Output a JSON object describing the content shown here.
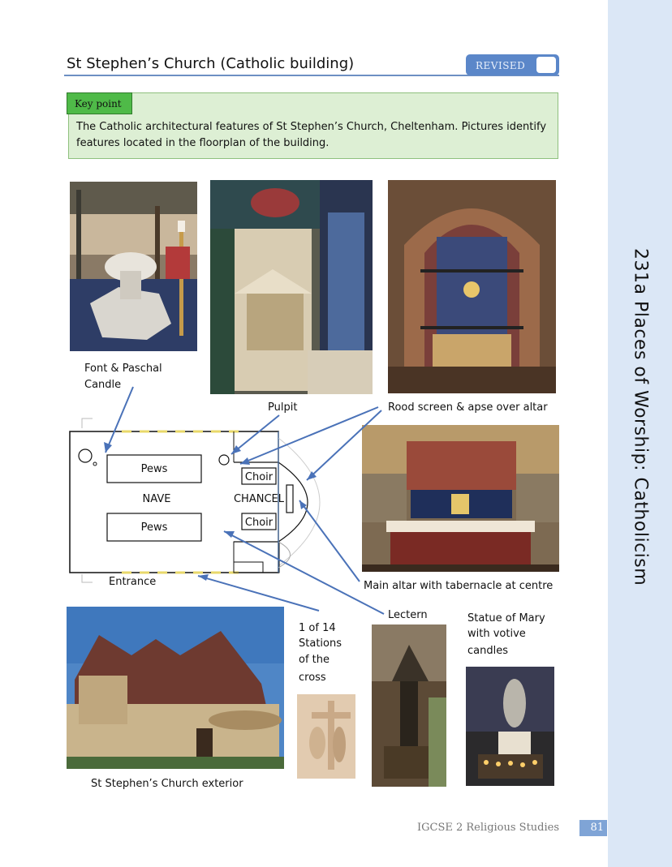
{
  "header": {
    "title": "St Stephen’s Church (Catholic building)",
    "revised_label": "REVISED"
  },
  "key_point": {
    "tag": "Key point",
    "text": "The Catholic architectural features of St Stephen’s Church, Cheltenham. Pictures identify features located in the floorplan of the building."
  },
  "sidebar": {
    "title": "231a Places of Worship: Catholicism"
  },
  "captions": {
    "font_candle_1": "Font & Paschal",
    "font_candle_2": "Candle",
    "pulpit": "Pulpit",
    "rood_screen": "Rood screen & apse over altar",
    "main_altar": "Main altar with tabernacle at centre",
    "lectern": "Lectern",
    "stations_1": "1 of 14",
    "stations_2": "Stations",
    "stations_3": "of the",
    "stations_4": "cross",
    "statue_1": "Statue of Mary",
    "statue_2": "with votive",
    "statue_3": "candles",
    "exterior": "St Stephen’s Church exterior"
  },
  "floorplan": {
    "pews_top": "Pews",
    "pews_bottom": "Pews",
    "nave": "NAVE",
    "chancel": "CHANCEL",
    "choir_top": "Choir",
    "choir_bottom": "Choir",
    "entrance": "Entrance"
  },
  "colors": {
    "accent": "#5b87c9",
    "arrow": "#4a72b8",
    "keypoint_bg": "#ddefd4",
    "keypoint_tag": "#4fba48",
    "sidebar_bg": "#dbe7f6"
  },
  "footer": {
    "text": "IGCSE 2 Religious Studies",
    "page": "81"
  }
}
